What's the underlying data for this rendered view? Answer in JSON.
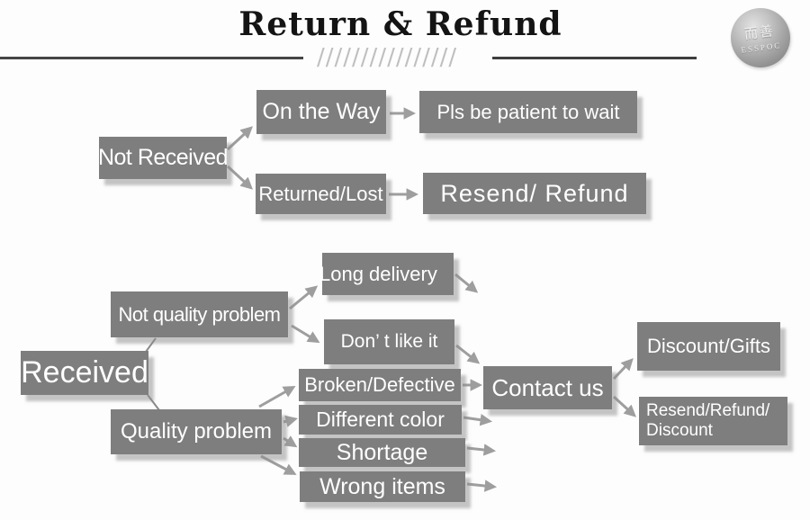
{
  "header": {
    "title": "Return & Refund",
    "hatch": "////////////////",
    "logo": {
      "cn": "而善",
      "en": "ESSPOC"
    }
  },
  "colors": {
    "node_background": "#7e7e7e",
    "node_text": "#ffffff",
    "arrow": "#9e9e9e",
    "title_text": "#141414",
    "divider": "#454545",
    "hatch": "#bfbfbf"
  },
  "flowchart": {
    "not_received": {
      "label": "Not Received"
    },
    "on_the_way": {
      "label": "On the Way"
    },
    "pls_wait": {
      "label": "Pls be patient to wait"
    },
    "returned_lost": {
      "label": "Returned/Lost"
    },
    "resend_refund": {
      "label": "Resend/ Refund"
    },
    "received": {
      "label": "Received"
    },
    "not_quality": {
      "label": "Not quality problem"
    },
    "long_delivery": {
      "label": "Long delivery"
    },
    "dont_like": {
      "label": "Don’ t like it"
    },
    "quality": {
      "label": "Quality problem"
    },
    "broken": {
      "label": "Broken/Defective"
    },
    "different_color": {
      "label": "Different color"
    },
    "shortage": {
      "label": "Shortage"
    },
    "wrong_items": {
      "label": "Wrong items"
    },
    "contact_us": {
      "label": "Contact us"
    },
    "discount_gifts": {
      "label": "Discount/Gifts"
    },
    "resend_refund_discount": {
      "line1": "Resend/Refund/",
      "line2": "Discount"
    }
  }
}
